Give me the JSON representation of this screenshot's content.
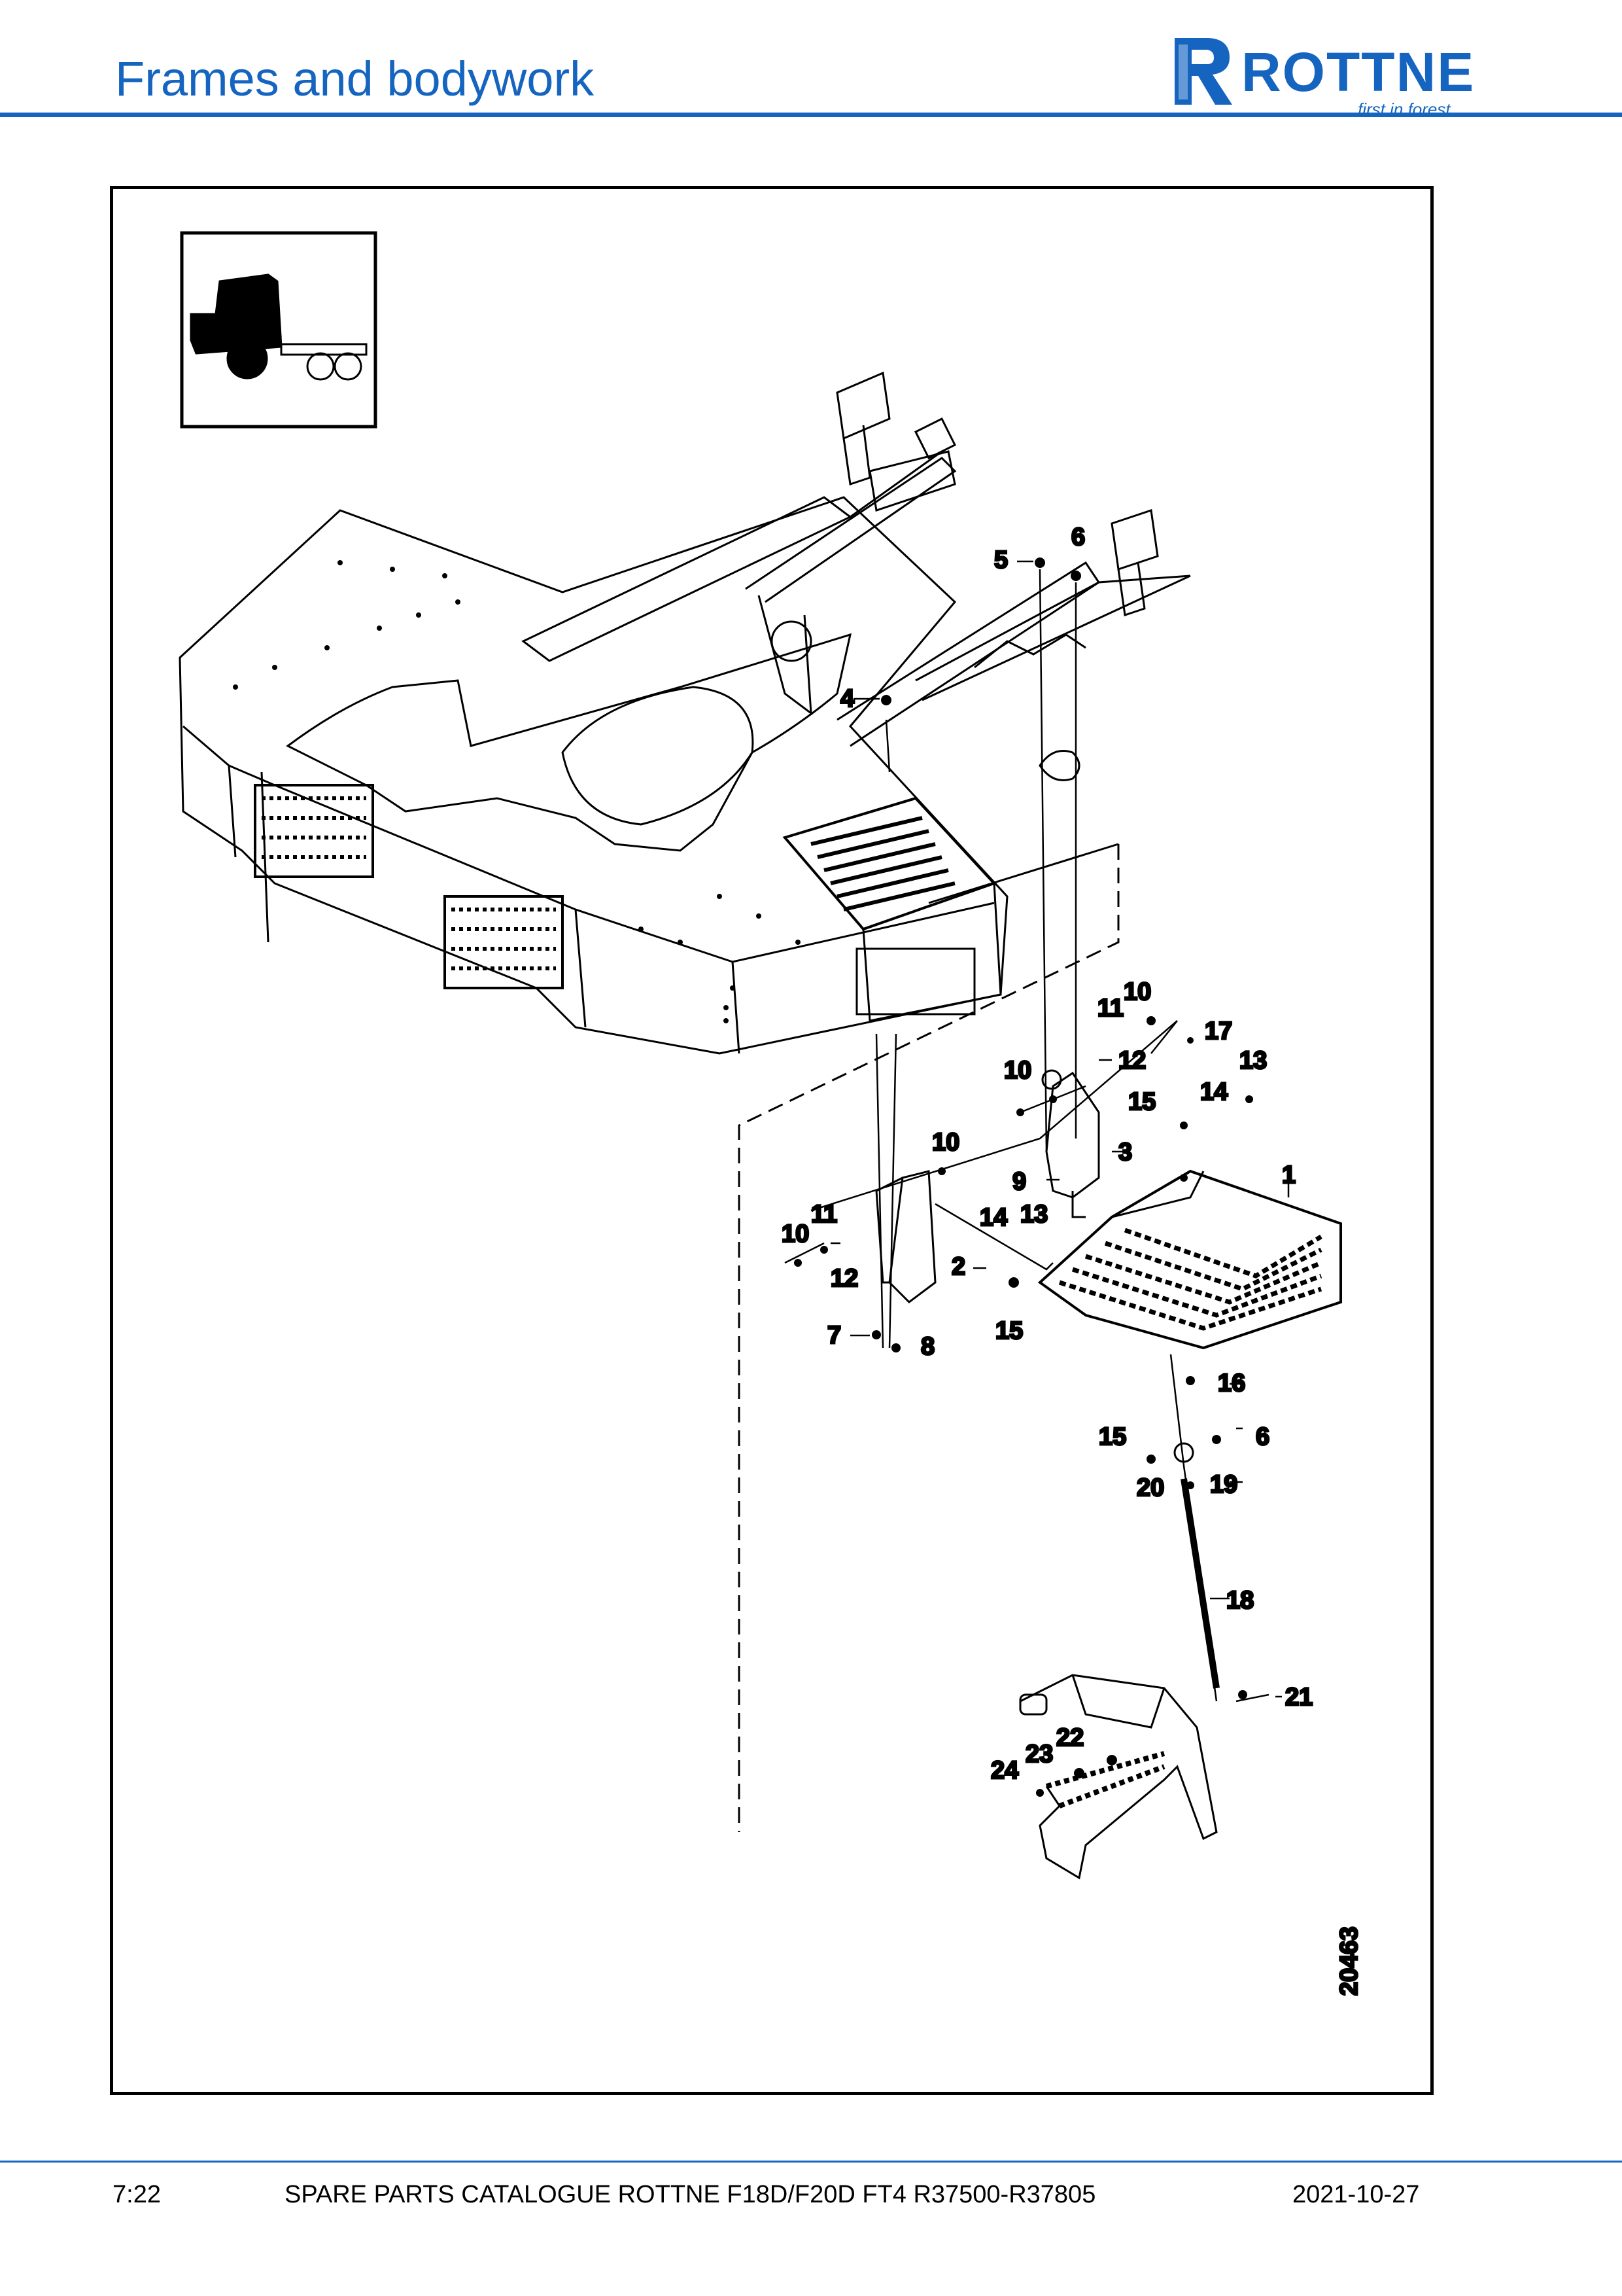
{
  "header": {
    "title": "Frames and bodywork",
    "logo_word": "ROTTNE",
    "logo_tagline": "first in forest",
    "brand_color": "#1565c0"
  },
  "diagram": {
    "drawing_number": "20463",
    "location_icon": "machine-front-section-icon",
    "callouts": {
      "c1": "1",
      "c2": "2",
      "c3": "3",
      "c4": "4",
      "c5": "5",
      "c6": "6",
      "c6b": "6",
      "c7": "7",
      "c8": "8",
      "c9": "9",
      "c10a": "10",
      "c10b": "10",
      "c10c": "10",
      "c10d": "10",
      "c11a": "11",
      "c11b": "11",
      "c12a": "12",
      "c12b": "12",
      "c13a": "13",
      "c13b": "13",
      "c14a": "14",
      "c14b": "14",
      "c15a": "15",
      "c15b": "15",
      "c15c": "15",
      "c16": "16",
      "c17": "17",
      "c18": "18",
      "c19": "19",
      "c20": "20",
      "c21": "21",
      "c22": "22",
      "c23": "23",
      "c24": "24"
    }
  },
  "footer": {
    "page": "7:22",
    "catalogue": "SPARE PARTS CATALOGUE ROTTNE F18D/F20D FT4 R37500-R37805",
    "date": "2021-10-27"
  }
}
